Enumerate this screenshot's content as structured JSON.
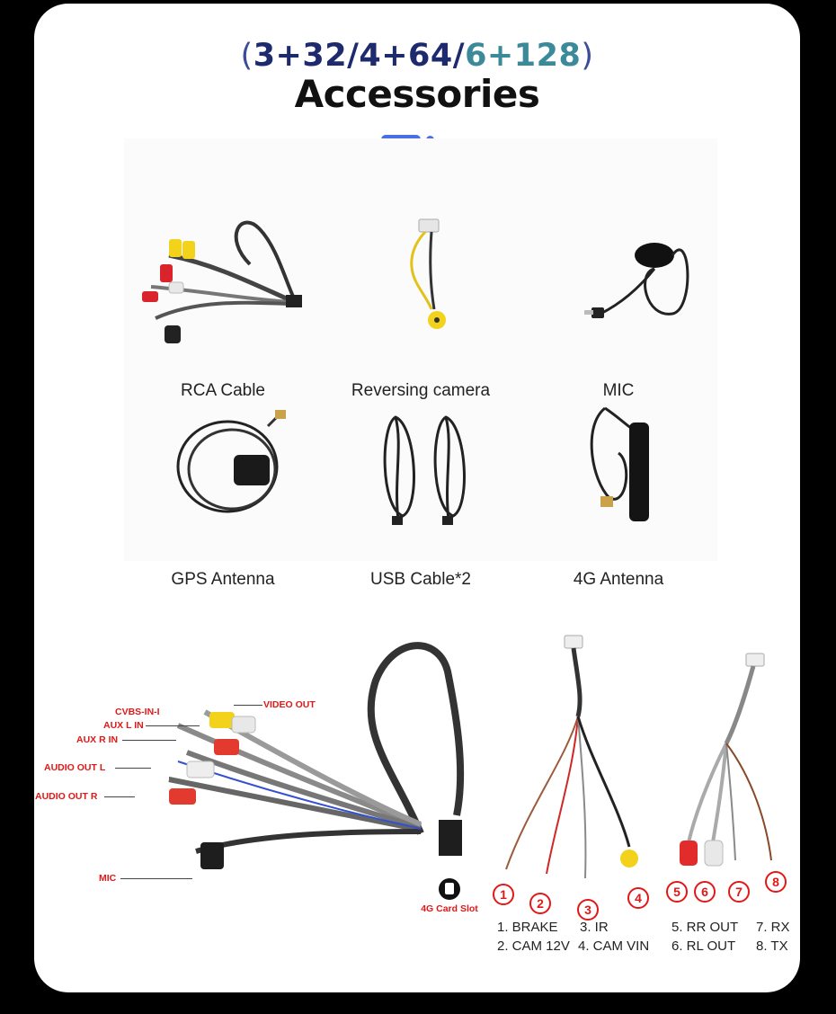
{
  "header": {
    "variants": [
      "3+32",
      "4+64",
      "6+128"
    ],
    "separator": "/",
    "open_paren": "(",
    "close_paren": ")",
    "title": "Accessories"
  },
  "accessories": [
    {
      "label": "RCA Cable",
      "icon": "rca-cable-icon"
    },
    {
      "label": "Reversing camera",
      "icon": "reversing-camera-cable-icon"
    },
    {
      "label": "MIC",
      "icon": "mic-icon"
    },
    {
      "label": "GPS Antenna",
      "icon": "gps-antenna-icon"
    },
    {
      "label": "USB Cable*2",
      "icon": "usb-cable-icon"
    },
    {
      "label": "4G Antenna",
      "icon": "4g-antenna-icon"
    }
  ],
  "rca_diagram": {
    "labels": {
      "cvbs_in": "CVBS-IN-I",
      "video_out": "VIDEO OUT",
      "aux_l_in": "AUX L IN",
      "aux_r_in": "AUX R IN",
      "audio_out_l": "AUDIO OUT L",
      "audio_out_r": "AUDIO OUT R",
      "mic": "MIC",
      "card_slot": "4G Card Slot"
    }
  },
  "pin_diagram": {
    "numbers": [
      "1",
      "2",
      "3",
      "4",
      "5",
      "6",
      "7",
      "8"
    ],
    "pins": [
      "1. BRAKE",
      "2. CAM 12V",
      "3. IR",
      "4. CAM VIN",
      "5. RR OUT",
      "6. RL OUT",
      "7. RX",
      "8. TX"
    ]
  },
  "colors": {
    "accent": "#4a6fe0",
    "annotation_red": "#e11818",
    "title_navy": "#1e2a6e",
    "title_teal": "#3b8a9a"
  }
}
